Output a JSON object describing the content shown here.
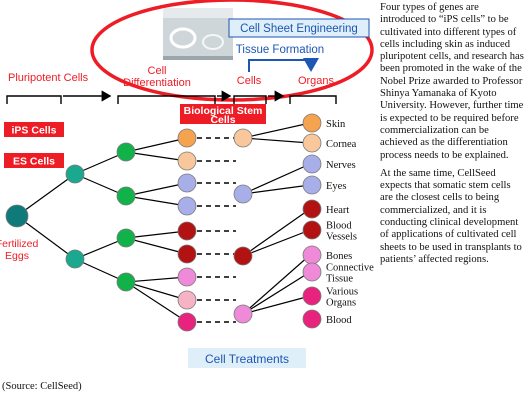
{
  "diagram": {
    "top_labels": {
      "cell_sheet": "Cell Sheet Engineering",
      "tissue_formation": "Tissue Formation",
      "pluripotent": "Pluripotent Cells",
      "cell_differentiation": [
        "Cell",
        "Differentiation"
      ],
      "cells": "Cells",
      "organs": "Organs"
    },
    "badges": {
      "ips": "iPS Cells",
      "es": "ES Cells",
      "stem": [
        "Biological Stem",
        "Cells"
      ]
    },
    "fertilized": [
      "Fertilized",
      "Eggs"
    ],
    "cell_treatments": "Cell Treatments",
    "organ_labels": [
      [
        "Skin"
      ],
      [
        "Cornea"
      ],
      [
        "Nerves"
      ],
      [
        "Eyes"
      ],
      [
        "Heart"
      ],
      [
        "Blood",
        "Vessels"
      ],
      [
        "Bones"
      ],
      [
        "Connective",
        "Tissue"
      ],
      [
        "Various",
        "Organs"
      ],
      [
        "Blood"
      ]
    ],
    "colors": {
      "red": "#ee1c25",
      "blue": "#1d56b5",
      "egg": "#0f7a7a",
      "teal": "#1aa88e",
      "green": "#12b24a",
      "orange": "#f6a34f",
      "peach": "#f8c89c",
      "lavender": "#a8aee8",
      "darkred": "#b21212",
      "pink": "#ee8ad8",
      "lightpink": "#f6b3c6",
      "magenta": "#e8237d",
      "box_bg": "#dfeff9"
    }
  },
  "paragraphs": [
    "Four types of genes are introduced to “iPS cells” to be cultivated into different types of cells including skin as induced pluripotent cells, and research has been promoted in the wake of the Nobel Prize awarded to Professor Shinya Yamanaka of Kyoto University. However, further time is expected to be required before commercialization can be achieved as the differentiation process needs to be explained.",
    "At the same time, CellSeed expects that somatic stem cells are the closest cells to being commercialized, and it is conducting clinical development of applications of cultivated cell sheets to be used in transplants to patients’ affected regions."
  ],
  "source": "(Source: CellSeed)"
}
